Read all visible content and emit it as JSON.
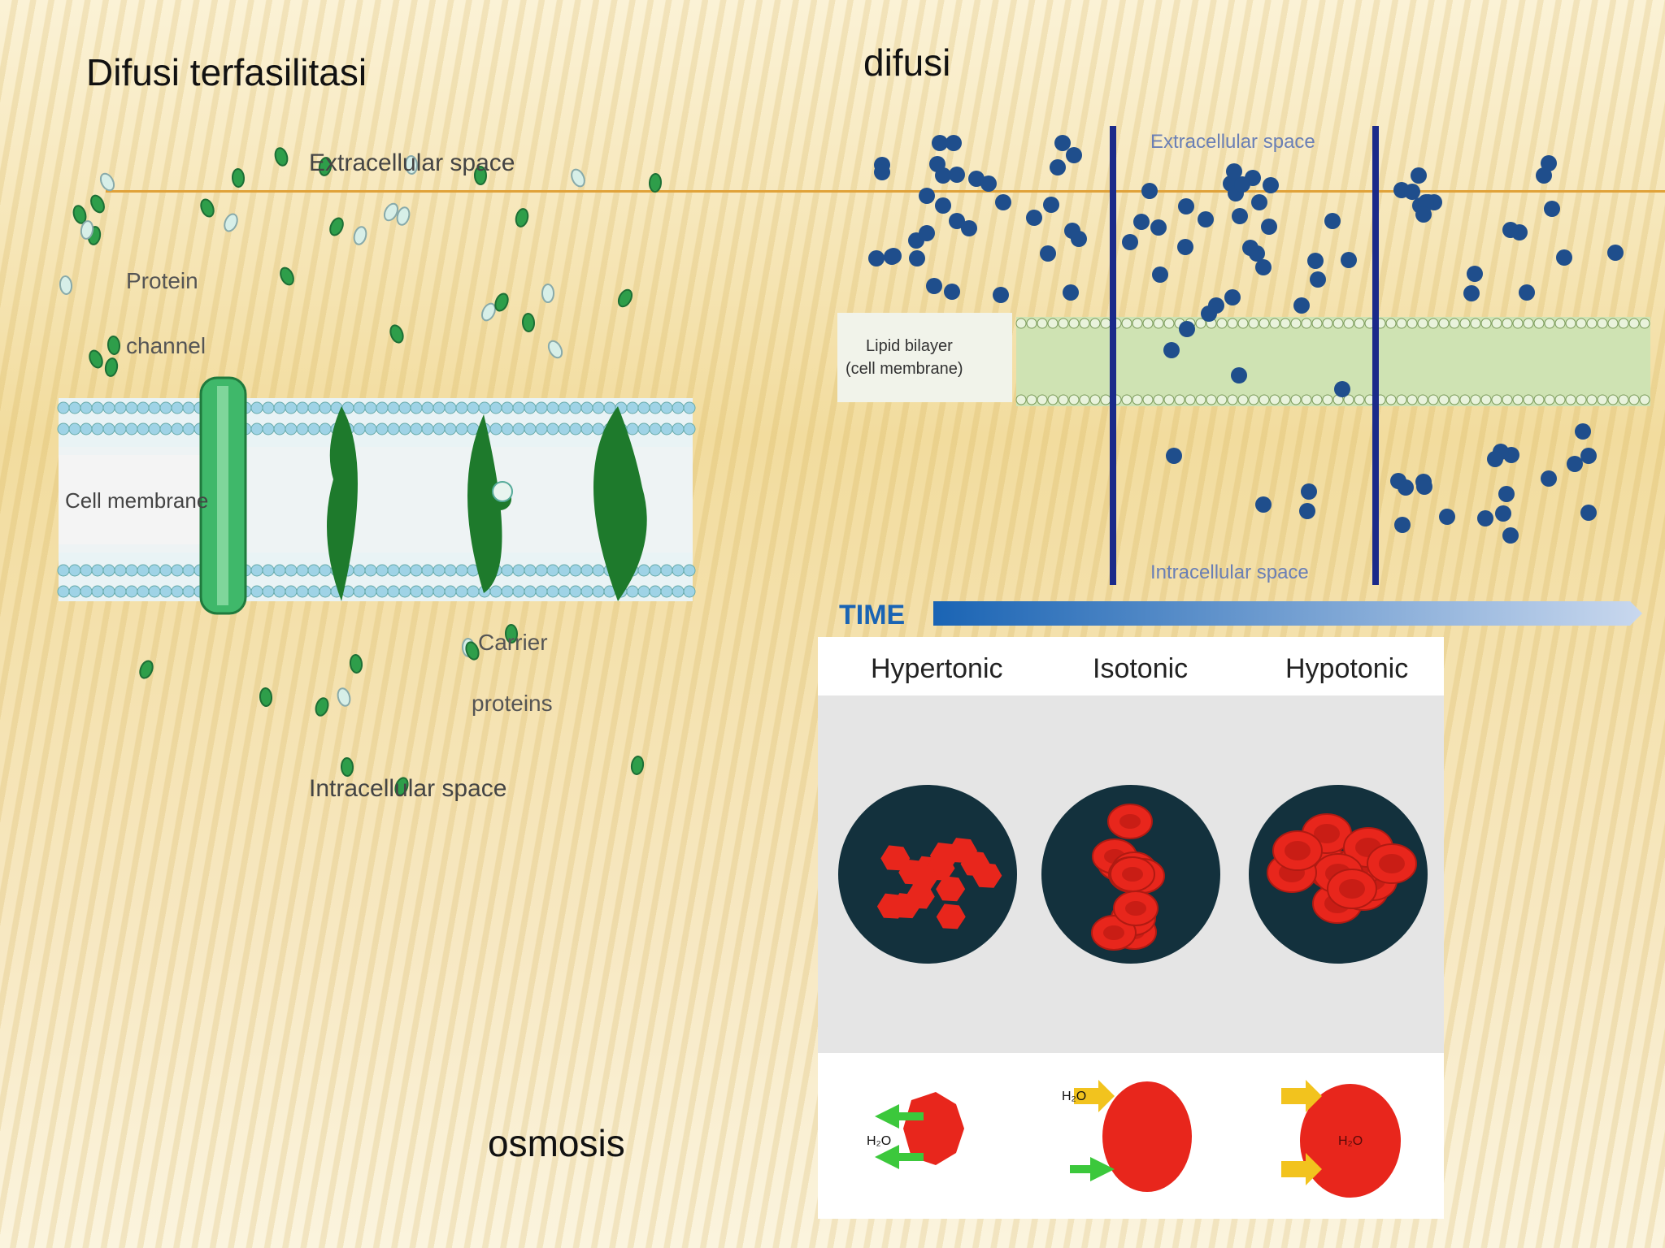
{
  "titles": {
    "facilitated": "Difusi terfasilitasi",
    "diffusion": "difusi",
    "osmosis": "osmosis"
  },
  "facilitated_panel": {
    "extracellular": "Extracellular space",
    "protein_channel_line1": "Protein",
    "protein_channel_line2": "channel",
    "cell_membrane": "Cell membrane",
    "carrier_line1": "Carrier",
    "carrier_line2": "proteins",
    "intracellular": "Intracellular space"
  },
  "diffusion_panel": {
    "extracellular": "Extracellular space",
    "lipid_line1": "Lipid bilayer",
    "lipid_line2": "(cell membrane)",
    "intracellular": "Intracellular space",
    "time": "TIME"
  },
  "osmosis_panel": {
    "hypertonic": "Hypertonic",
    "isotonic": "Isotonic",
    "hypotonic": "Hypotonic",
    "h2o": "H₂O"
  },
  "colors": {
    "divider": "#e0a23a",
    "molecule_green": "#2e9e4a",
    "molecule_blue": "#1f4e8c",
    "rbc_red": "#e8261c",
    "membrane_blue": "#9fd3e6",
    "membrane_green": "#b8d89a",
    "time_bar": "#1a64b4"
  }
}
